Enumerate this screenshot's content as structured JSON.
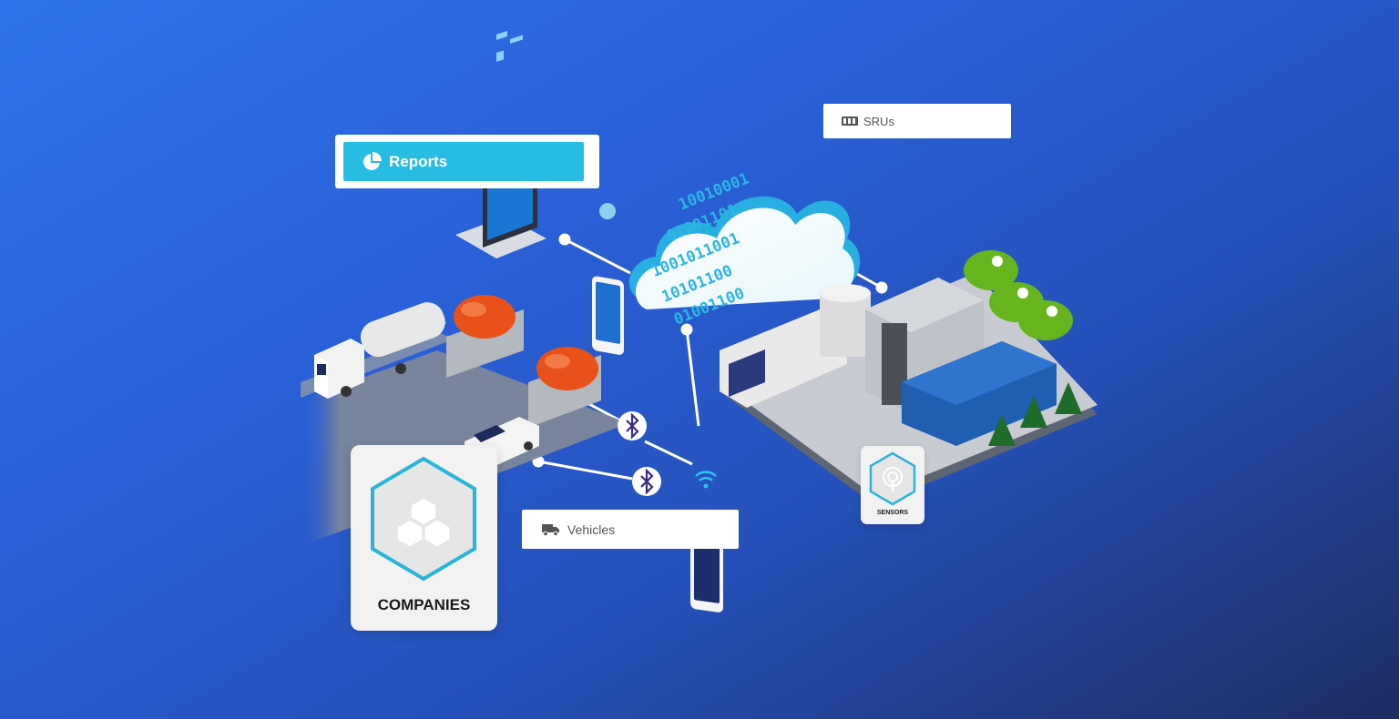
{
  "reports": {
    "label": "Reports",
    "icon": "pie-chart-icon"
  },
  "srus": {
    "label": "SRUs",
    "icon": "server-unit-icon"
  },
  "vehicles": {
    "label": "Vehicles",
    "icon": "truck-icon"
  },
  "companies": {
    "label": "COMPANIES",
    "icon": "cubes-icon"
  },
  "sensors": {
    "label": "SENSORS",
    "icon": "broadcast-icon"
  },
  "cloud": {
    "binary_rows": [
      "10010001",
      "01001101",
      "1001011001",
      "10101100",
      "01001100"
    ]
  },
  "colors": {
    "background_start": "#2f74ea",
    "background_end": "#1d2d62",
    "reports_accent": "#27bde3",
    "hexagon_stroke": "#2cb4d6",
    "bluetooth_icon": "#3a2a86",
    "tank_orange": "#e8521a",
    "tank_green": "#66b51f",
    "warehouse_blue": "#1f5fb1"
  }
}
